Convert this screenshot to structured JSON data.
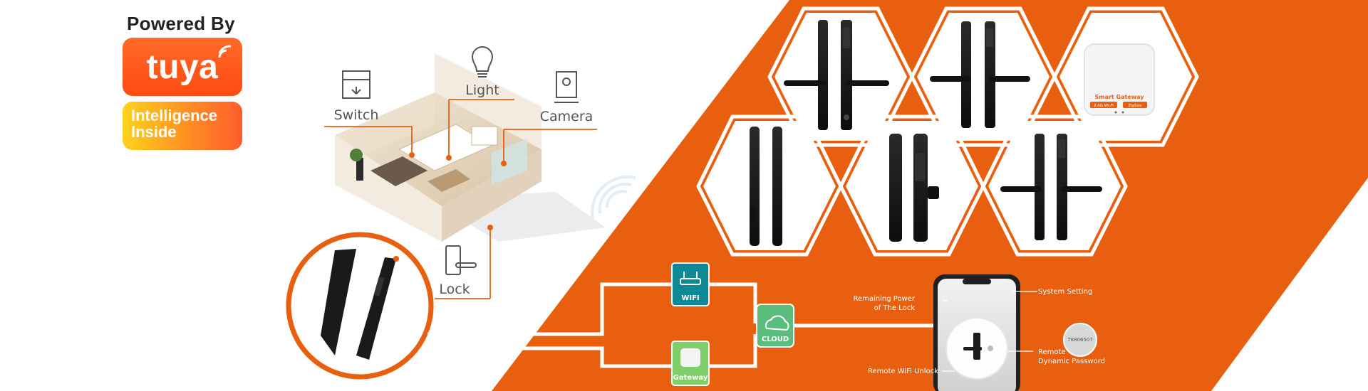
{
  "brand": {
    "powered_by": "Powered By",
    "logo_text": "tuya",
    "tagline_line1": "Intelligence",
    "tagline_line2": "Inside"
  },
  "room_labels": {
    "switch": "Switch",
    "light": "Light",
    "camera": "Camera",
    "lock": "Lock"
  },
  "network": {
    "wifi_label": "WIFI",
    "gateway_label": "Gateway",
    "cloud_label": "CLOUD"
  },
  "gateway_product": {
    "title": "Smart Gateway",
    "tag1": "2.4G Wi-Fi",
    "tag2": "Zigbee"
  },
  "phone_callouts": {
    "remaining_power_line1": "Remaining Power",
    "remaining_power_line2": "of The Lock",
    "system_setting": "System Setting",
    "remote_wifi_unlock": "Remote WiFi Unlock",
    "remote_dynamic_line1": "Remote",
    "remote_dynamic_line2": "Dynamic Password",
    "badge_code": "78806507"
  },
  "colors": {
    "orange": "#e8600f",
    "tuya_orange": "#ff5a1f",
    "teal_wifi": "#0e8a96",
    "green_gateway": "#7fce6a",
    "green_cloud": "#5bbd7d"
  }
}
